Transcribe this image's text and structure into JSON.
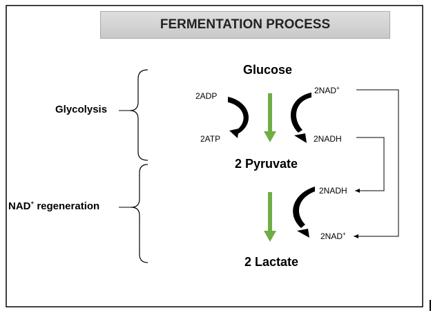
{
  "title": "FERMENTATION PROCESS",
  "left_labels": {
    "glycolysis": "Glycolysis",
    "nad_regen_base": "NAD",
    "nad_regen_sup": "+",
    "nad_regen_rest": " regeneration"
  },
  "molecules": {
    "glucose": "Glucose",
    "pyruvate": "2 Pyruvate",
    "lactate": "2 Lactate"
  },
  "cofactors": {
    "adp": "2ADP",
    "atp": "2ATP",
    "nad_top_base": "2NAD",
    "nad_top_sup": "+",
    "nadh_top": "2NADH",
    "nadh_bottom": "2NADH",
    "nad_bottom_base": "2NAD",
    "nad_bottom_sup": "+"
  },
  "colors": {
    "arrow_green": "#70ad47",
    "curve": "#000000",
    "frame": "#000000",
    "title_bg": "#d0d0d0"
  },
  "icons": [
    "brace-icon",
    "green-down-arrow-icon",
    "curved-arrow-icon",
    "connector-arrow-icon"
  ]
}
